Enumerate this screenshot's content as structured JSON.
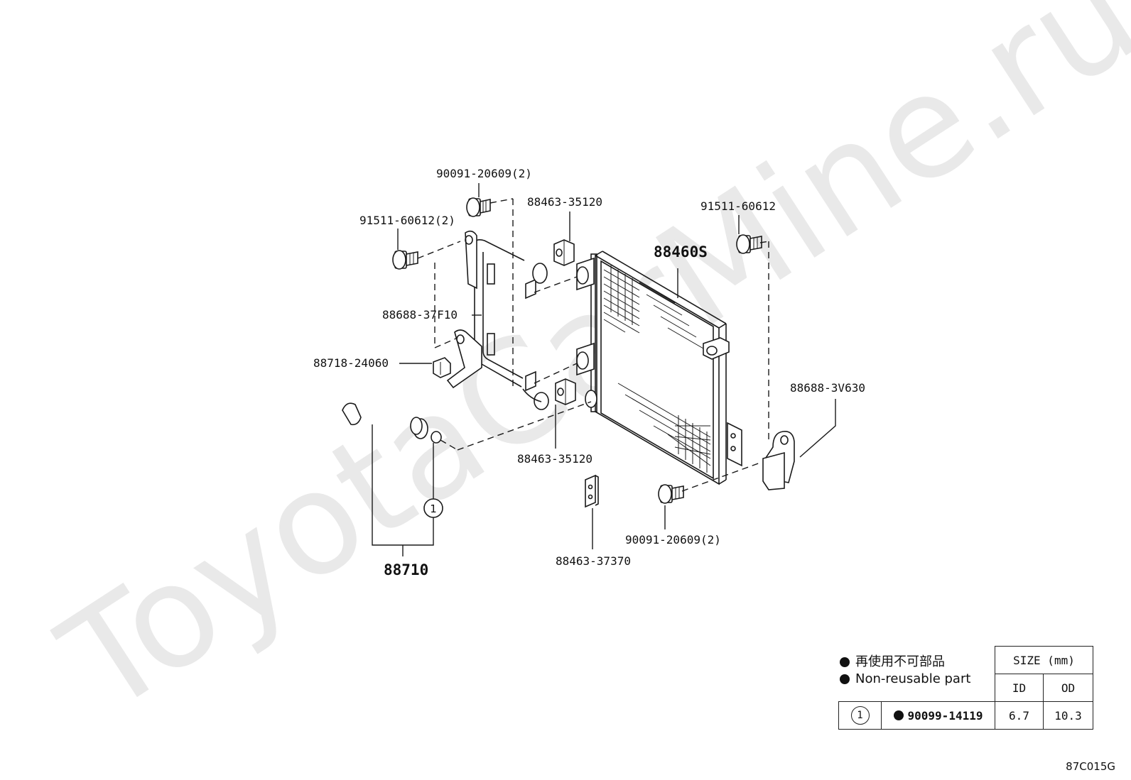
{
  "watermark": "ToyotaCarMine.ru",
  "labels": {
    "bolt_top": "90091-20609(2)",
    "bolt_left": "91511-60612(2)",
    "cushion_top": "88463-35120",
    "bolt_right_top": "91511-60612",
    "condenser": "88460S",
    "bracket_left": "88688-37F10",
    "clip": "88718-24060",
    "bracket_right": "88688-3V630",
    "cushion_bottom": "88463-35120",
    "bolt_bottom": "90091-20609(2)",
    "support": "88463-37370",
    "pipe": "88710",
    "ring_marker": "1"
  },
  "legend": {
    "jp": "再使用不可部品",
    "en": "Non-reusable part"
  },
  "size_table": {
    "header": "SIZE (mm)",
    "col_id": "ID",
    "col_od": "OD",
    "rows": [
      {
        "ref": "1",
        "part_no": "90099-14119",
        "id": "6.7",
        "od": "10.3"
      }
    ]
  },
  "diagram_code": "87C015G"
}
